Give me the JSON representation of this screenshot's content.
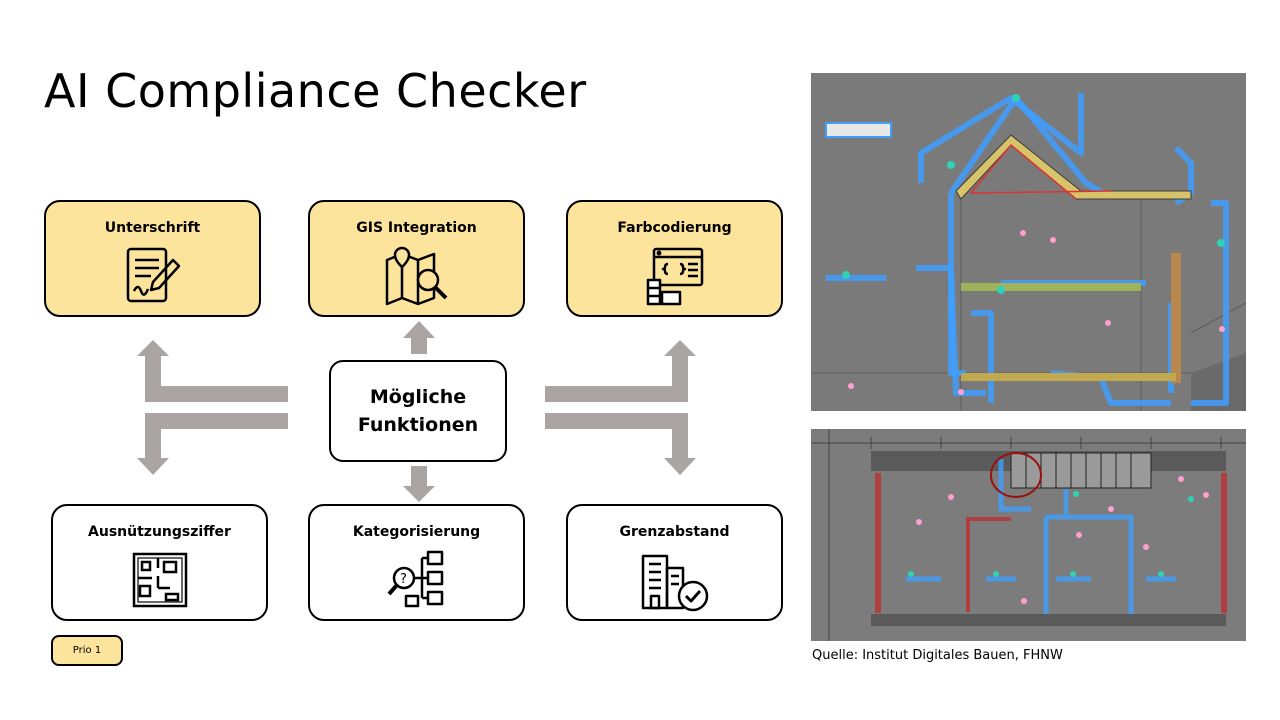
{
  "title": "AI Compliance Checker",
  "center": {
    "line1": "Mögliche",
    "line2": "Funktionen"
  },
  "functions": {
    "unterschrift": {
      "label": "Unterschrift",
      "icon": "signature-document-icon"
    },
    "gis": {
      "label": "GIS Integration",
      "icon": "map-search-icon"
    },
    "farbcodierung": {
      "label": "Farbcodierung",
      "icon": "color-palette-icon"
    },
    "ausnuetzung": {
      "label": "Ausnützungsziffer",
      "icon": "floor-plan-icon"
    },
    "kategorisierung": {
      "label": "Kategorisierung",
      "icon": "search-hierarchy-icon"
    },
    "grenzabstand": {
      "label": "Grenzabstand",
      "icon": "building-check-icon"
    }
  },
  "legend": {
    "label": "Prio 1",
    "color": "#fde49c"
  },
  "source": "Quelle: Institut Digitales Bauen, FHNW",
  "colors": {
    "highlight": "#fde49c",
    "arrow": "#aaa5a3",
    "cad_background": "#7a7a7a",
    "cad_overlay": "#3f9fff"
  }
}
